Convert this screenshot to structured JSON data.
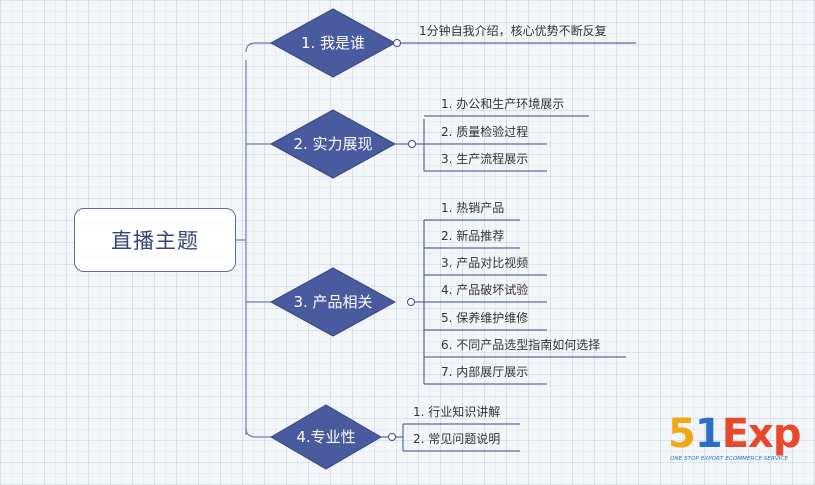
{
  "root": {
    "label": "直播主题"
  },
  "branches": [
    {
      "label": "1. 我是谁",
      "items": [
        "1分钟自我介绍，核心优势不断反复"
      ]
    },
    {
      "label": "2. 实力展现",
      "items": [
        "1. 办公和生产环境展示",
        "2. 质量检验过程",
        "3. 生产流程展示"
      ]
    },
    {
      "label": "3. 产品相关",
      "items": [
        "1. 热销产品",
        "2. 新品推荐",
        "3. 产品对比视频",
        "4. 产品破坏试验",
        "5. 保养维护维修",
        "6. 不同产品选型指南如何选择",
        "7. 内部展厅展示"
      ]
    },
    {
      "label": "4.专业性",
      "items": [
        "1. 行业知识讲解",
        "2. 常见问题说明"
      ]
    }
  ],
  "logo": {
    "main": "51Exp",
    "tagline": "ONE STOP EXPORT ECOMMERCE SERVICE"
  },
  "colors": {
    "diamond": "#4a5a9e",
    "diamond_border": "#3a4880",
    "connector": "#6b7fae",
    "leaf_line": "#3a4a88"
  }
}
